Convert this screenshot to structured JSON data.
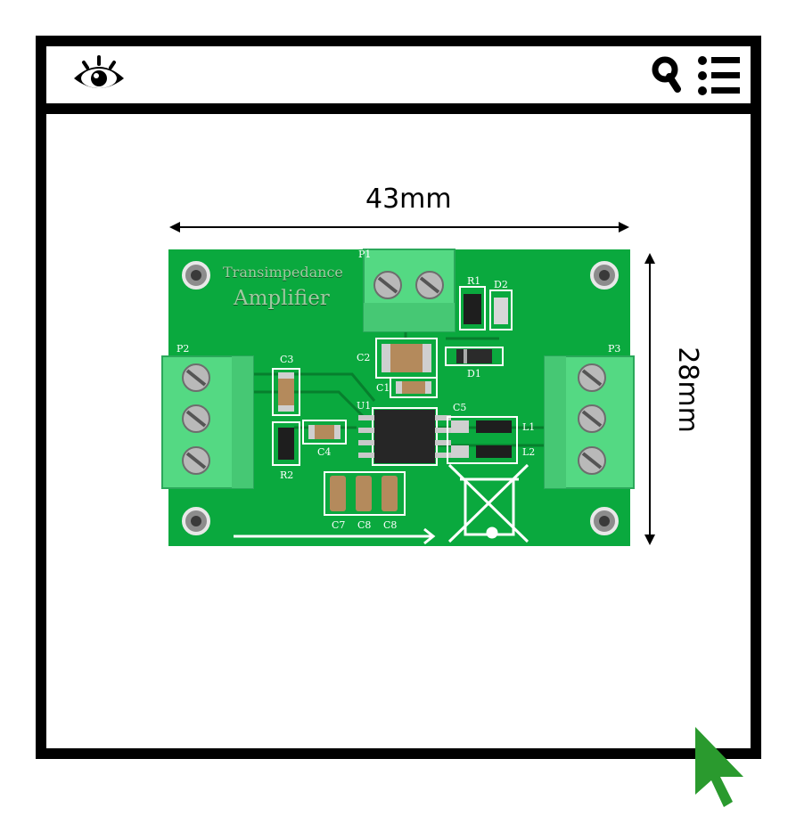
{
  "window": {
    "toolbar": {
      "view_icon": "eye-icon",
      "search_icon": "search-icon",
      "menu_icon": "list-menu-icon"
    }
  },
  "product": {
    "board_title_line1": "Transimpedance",
    "board_title_line2": "Amplifier",
    "dimension_width": "43mm",
    "dimension_height": "28mm",
    "silkscreen": {
      "P1": "P1",
      "P2": "P2",
      "P3": "P3",
      "R1": "R1",
      "R2": "R2",
      "D1": "D1",
      "D2": "D2",
      "C1": "C1",
      "C2": "C2",
      "C3": "C3",
      "C4": "C4",
      "C5": "C5",
      "C7": "C7",
      "C8a": "C8",
      "C8b": "C8",
      "U1": "U1",
      "L1": "L1",
      "L2": "L2"
    }
  },
  "colors": {
    "pcb": "#0aa93e",
    "terminal": "#54d983",
    "frame": "#000000",
    "cursor": "#2a9a2e"
  },
  "cursor": {
    "icon": "cursor-arrow-icon"
  }
}
